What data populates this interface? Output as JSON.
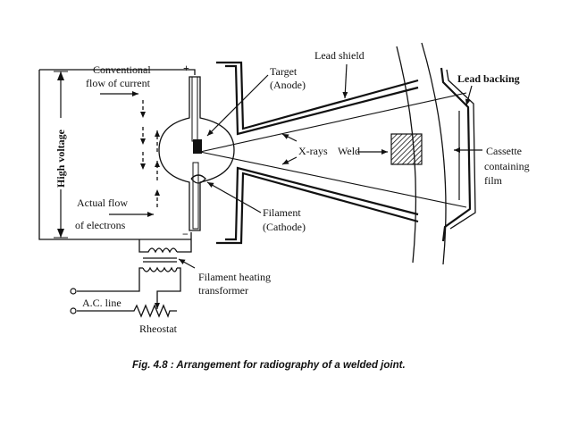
{
  "labels": {
    "high_voltage": "High voltage",
    "plus": "+",
    "minus": "−",
    "conventional_1": "Conventional",
    "conventional_2": "flow of current",
    "actual_1": "Actual flow",
    "actual_2": "of electrons",
    "target_1": "Target",
    "target_2": "(Anode)",
    "lead_shield": "Lead shield",
    "lead_backing": "Lead backing",
    "xrays": "X-rays",
    "weld": "Weld",
    "cassette_1": "Cassette",
    "cassette_2": "containing",
    "cassette_3": "film",
    "filament_1": "Filament",
    "filament_2": "(Cathode)",
    "transformer_1": "Filament heating",
    "transformer_2": "transformer",
    "ac_line": "A.C. line",
    "rheostat": "Rheostat"
  },
  "caption": "Fig. 4.8 : Arrangement for radiography of a welded joint."
}
